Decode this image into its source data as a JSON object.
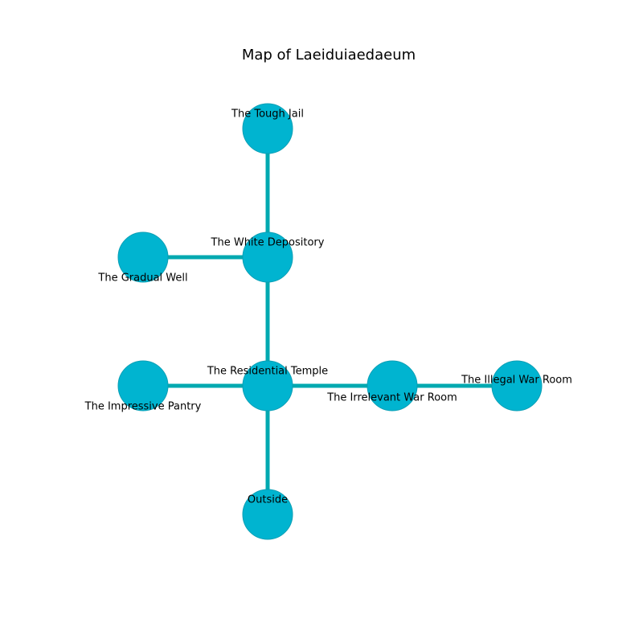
{
  "title": "Map of Laeiduiaedaeum",
  "colors": {
    "node_fill": "#00b4d0",
    "node_stroke": "#0a9fb5",
    "edge": "#00a9b0"
  },
  "nodes": [
    {
      "id": "tough-jail",
      "label": "The Tough Jail"
    },
    {
      "id": "white-depository",
      "label": "The White Depository"
    },
    {
      "id": "gradual-well",
      "label": "The Gradual Well"
    },
    {
      "id": "residential-temple",
      "label": "The Residential Temple"
    },
    {
      "id": "impressive-pantry",
      "label": "The Impressive Pantry"
    },
    {
      "id": "irrelevant-war-room",
      "label": "The Irrelevant War Room"
    },
    {
      "id": "illegal-war-room",
      "label": "The Illegal War Room"
    },
    {
      "id": "outside",
      "label": "Outside"
    }
  ],
  "edges": [
    {
      "from": "tough-jail",
      "to": "white-depository"
    },
    {
      "from": "gradual-well",
      "to": "white-depository"
    },
    {
      "from": "white-depository",
      "to": "residential-temple"
    },
    {
      "from": "impressive-pantry",
      "to": "residential-temple"
    },
    {
      "from": "residential-temple",
      "to": "irrelevant-war-room"
    },
    {
      "from": "irrelevant-war-room",
      "to": "illegal-war-room"
    },
    {
      "from": "residential-temple",
      "to": "outside"
    }
  ]
}
